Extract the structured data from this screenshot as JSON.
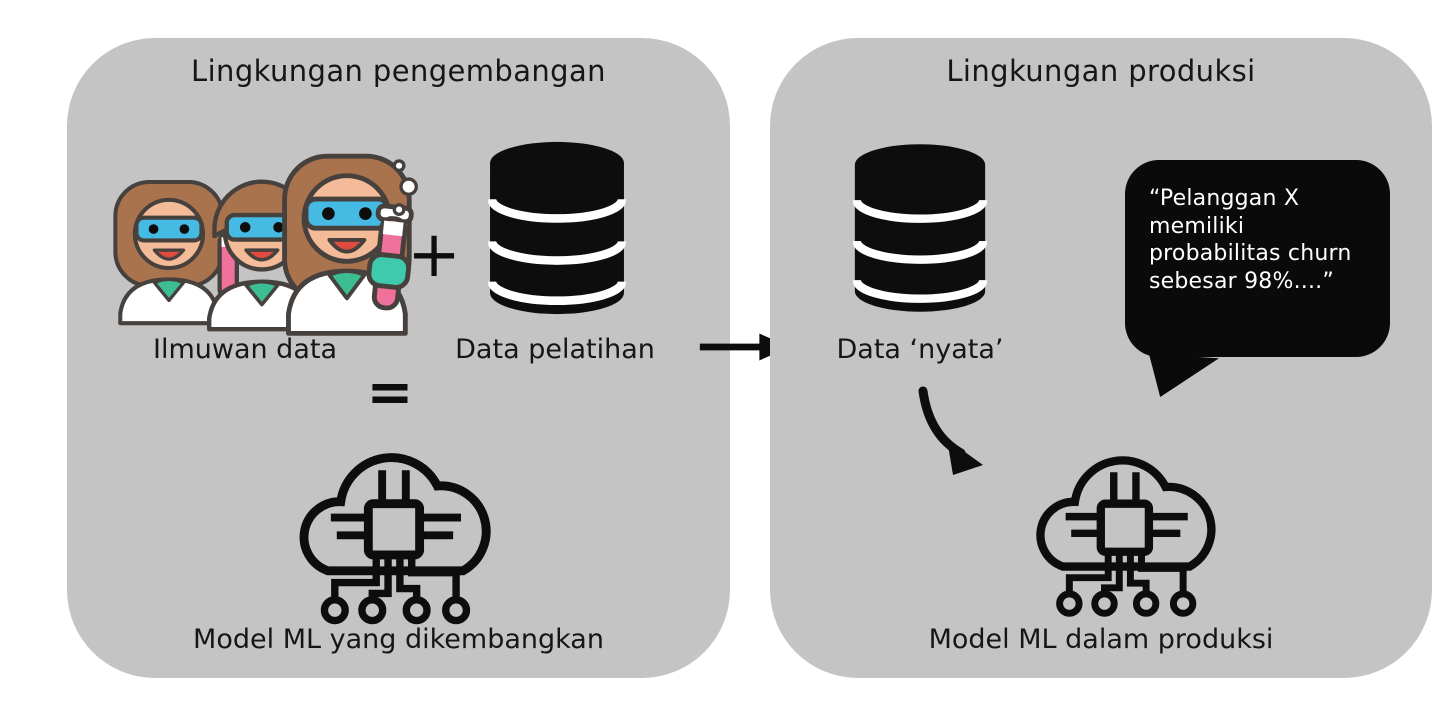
{
  "colors": {
    "panel_bg": "#c4c4c4",
    "ink": "#0d0d0d",
    "bubble_bg": "#0a0a0a",
    "bubble_text": "#ffffff",
    "outline": "#47413e",
    "scientist_hair": "#a9734e",
    "scientist_skin": "#f3bb97",
    "scientist_goggles": "#45bbe4",
    "scientist_coat": "#ffffff",
    "scientist_shirt": "#3cbd93",
    "test_tube_pink": "#f1719d",
    "test_tube_teal": "#3fc9ad",
    "mouth_red": "#e04a3f"
  },
  "development_panel": {
    "title": "Lingkungan pengembangan",
    "scientists_label": "Ilmuwan data",
    "plus_sign": "+",
    "training_data_label": "Data pelatihan",
    "equals_sign": "=",
    "model_label": "Model ML yang dikembangkan"
  },
  "production_panel": {
    "title": "Lingkungan produksi",
    "real_data_label": "Data ‘nyata’",
    "speech_bubble_text": "“Pelanggan X memiliki probabilitas churn sebesar 98%....”",
    "model_label": "Model ML dalam produksi"
  },
  "icons": {
    "scientists": "data-scientists-icon",
    "training_database": "database-icon",
    "real_database": "database-icon",
    "developed_model": "cloud-ml-chip-icon",
    "production_model": "cloud-ml-chip-icon",
    "flow_arrow": "right-arrow-icon",
    "data_to_model_arrow": "curved-arrow-icon"
  }
}
